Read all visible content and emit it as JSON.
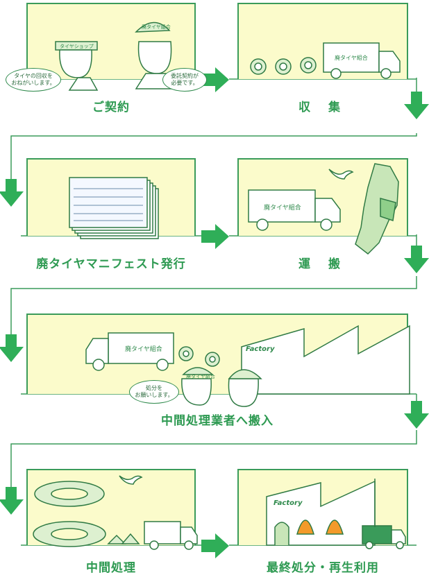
{
  "steps": [
    {
      "label": "ご契約"
    },
    {
      "label": "収 集"
    },
    {
      "label": "廃タイヤマニフェスト発行"
    },
    {
      "label": "運 搬"
    },
    {
      "label": "中間処理業者へ搬入"
    },
    {
      "label": "中間処理"
    },
    {
      "label": "最終処分・再生利用"
    }
  ],
  "bubbles": {
    "customer": "タイヤの回収を\nおねがいします。",
    "union": "委託契約が\n必要です。",
    "processor": "処分を\nお願いします。"
  },
  "caps": {
    "shop": "タイヤショップ",
    "union": "廃タイヤ組合"
  },
  "truck_label": "廃タイヤ組合",
  "factory_label": "Factory",
  "colors": {
    "panel_fill": "#fbfbcb",
    "line": "#3a9b5a",
    "arrow": "#2fae58",
    "text": "#2e9a52",
    "light_green": "#c8e6b8"
  }
}
